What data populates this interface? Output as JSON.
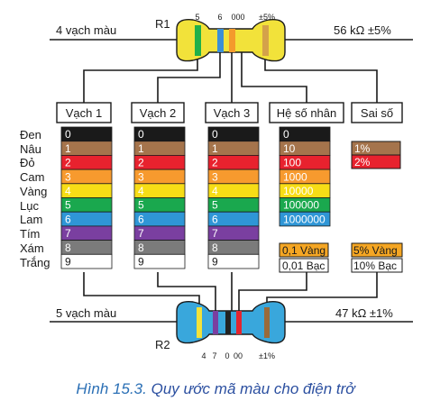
{
  "r1": {
    "left_label": "4 vạch màu",
    "name": "R1",
    "digits_above": [
      "5",
      "6",
      "000",
      "±5%"
    ],
    "right_label": "56 kΩ ±5%",
    "body_color": "#f2e23a",
    "bands": [
      "#1fb04a",
      "#3b8fd6",
      "#f49a2c",
      "#d4a24a"
    ]
  },
  "r2": {
    "left_label": "5 vạch màu",
    "name": "R2",
    "digits_below": [
      "4",
      "7",
      "0",
      "00",
      "±1%"
    ],
    "right_label": "47 kΩ ±1%",
    "body_color": "#39a7dc",
    "bands": [
      "#f2e23a",
      "#7a3fa0",
      "#222222",
      "#e32530",
      "#9a6a3a"
    ]
  },
  "headers": [
    "Vạch 1",
    "Vạch 2",
    "Vạch 3",
    "Hệ số nhân",
    "Sai số"
  ],
  "color_names": [
    "Đen",
    "Nâu",
    "Đỏ",
    "Cam",
    "Vàng",
    "Lục",
    "Lam",
    "Tím",
    "Xám",
    "Trắng"
  ],
  "digits": [
    "0",
    "1",
    "2",
    "3",
    "4",
    "5",
    "6",
    "7",
    "8",
    "9"
  ],
  "colors": {
    "den": "#1a1a1a",
    "nau": "#a5744c",
    "do": "#e8222e",
    "cam": "#f79a2e",
    "vang": "#f7dd16",
    "luc": "#1aa84e",
    "lam": "#2f96d6",
    "tim": "#7a3fa0",
    "xam": "#7b7b7b",
    "trang": "#ffffff"
  },
  "multiplier": {
    "values": [
      "0",
      "10",
      "100",
      "1000",
      "10000",
      "100000",
      "1000000"
    ],
    "gold": "0,1 Vàng",
    "silver": "0,01 Bạc"
  },
  "tolerance": {
    "brown": "1%",
    "red": "2%",
    "gold": "5% Vàng",
    "silver": "10% Bạc"
  },
  "caption": {
    "number": "Hình 15.3.",
    "text": "Quy ước mã màu cho điện trở"
  }
}
